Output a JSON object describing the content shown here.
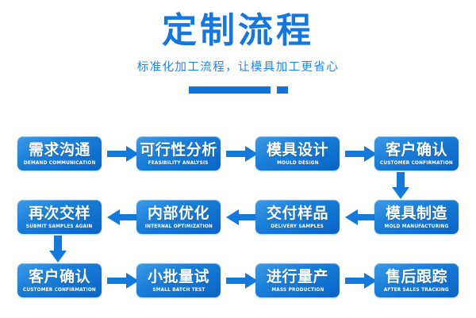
{
  "header": {
    "title": "定制流程",
    "subtitle": "标准化加工流程，让模具加工更省心",
    "title_color": "#1477e0",
    "subtitle_color": "#1e86ea",
    "divider_color": "#0f73d8"
  },
  "theme": {
    "background": "#ffffff",
    "box_gradient_light": "#3d9ae8",
    "box_gradient_dark": "#0a64c4",
    "arrow_color": "#1479dd",
    "text_color": "#ffffff"
  },
  "flow": {
    "rows": [
      {
        "direction": "left-to-right",
        "steps": [
          {
            "cn": "需求沟通",
            "en": "DEMAND COMMUNICATION"
          },
          {
            "cn": "可行性分析",
            "en": "FEASIBILITY ANALYSIS"
          },
          {
            "cn": "模具设计",
            "en": "MOULD DESIGN"
          },
          {
            "cn": "客户确认",
            "en": "CUSTOMER CONFIRMATION"
          }
        ]
      },
      {
        "direction": "right-to-left",
        "steps": [
          {
            "cn": "再次交样",
            "en": "SUBMIT SAMPLES AGAIN"
          },
          {
            "cn": "内部优化",
            "en": "INTERNAL OPTIMIZATION"
          },
          {
            "cn": "交付样品",
            "en": "DELIVERY SAMPLES"
          },
          {
            "cn": "模具制造",
            "en": "MOLD MANUFACTURING"
          }
        ]
      },
      {
        "direction": "left-to-right",
        "steps": [
          {
            "cn": "客户确认",
            "en": "CUSTOMER CONFIRMATION"
          },
          {
            "cn": "小批量试",
            "en": "SMALL BATCH TEST"
          },
          {
            "cn": "进行量产",
            "en": "MASS PRODUCTION"
          },
          {
            "cn": "售后跟踪",
            "en": "AFTER SALES TRACKING"
          }
        ]
      }
    ],
    "connectors": {
      "row1_to_row2": "arrow-down-right-side",
      "row2_to_row3": "arrow-down-left-side"
    }
  }
}
